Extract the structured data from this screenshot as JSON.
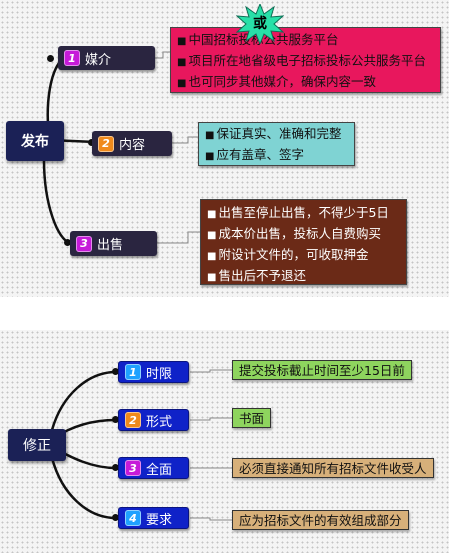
{
  "top": {
    "root": "发布",
    "or_badge": "或",
    "branches": [
      {
        "num": "1",
        "label": "媒介",
        "badge_color": "#c61ad9",
        "details": [
          "中国招标投标公共服务平台",
          "项目所在地省级电子招标投标公共服务平台",
          "也可同步其他媒介，确保内容一致"
        ]
      },
      {
        "num": "2",
        "label": "内容",
        "badge_color": "#f08a1c",
        "details": [
          "保证真实、准确和完整",
          "应有盖章、签字"
        ]
      },
      {
        "num": "3",
        "label": "出售",
        "badge_color": "#c61ad9",
        "details": [
          "出售至停止出售，不得少于5日",
          "成本价出售，投标人自费购买",
          "附设计文件的，可收取押金",
          "售出后不予退还"
        ]
      }
    ]
  },
  "bottom": {
    "root": "修正",
    "branches": [
      {
        "num": "1",
        "label": "时限",
        "detail": "提交投标截止时间至少15日前"
      },
      {
        "num": "2",
        "label": "形式",
        "detail": "书面"
      },
      {
        "num": "3",
        "label": "全面",
        "detail": "必须直接通知所有招标文件收受人"
      },
      {
        "num": "4",
        "label": "要求",
        "detail": "应为招标文件的有效组成部分"
      }
    ]
  }
}
